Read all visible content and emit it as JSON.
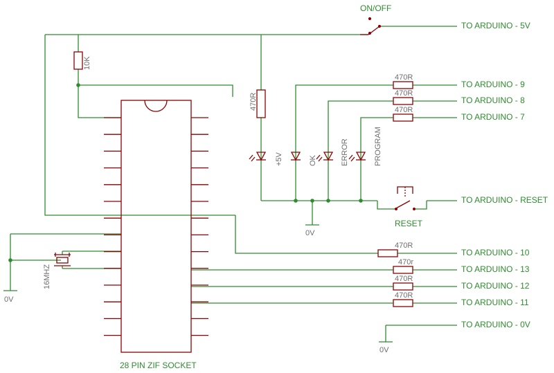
{
  "labels": {
    "on_off": "ON/OFF",
    "to_5v": "TO ARDUINO - 5V",
    "to_9": "TO ARDUINO - 9",
    "to_8": "TO ARDUINO - 8",
    "to_7": "TO ARDUINO - 7",
    "to_reset": "TO ARDUINO - RESET",
    "to_10": "TO ARDUINO - 10",
    "to_13": "TO ARDUINO - 13",
    "to_12": "TO ARDUINO - 12",
    "to_11": "TO ARDUINO - 11",
    "to_0v": "TO ARDUINO - 0V",
    "reset": "RESET",
    "zif": "28 PIN ZIF SOCKET",
    "gnd_left": "0V",
    "gnd_mid": "0V",
    "gnd_right": "0V"
  },
  "values": {
    "r10k": "10K",
    "r_led": "470R",
    "r9": "470R",
    "r8": "470R",
    "r7": "470R",
    "r10": "470R",
    "r13": "470r",
    "r12": "470R",
    "r11": "470R",
    "crystal": "16MHZ",
    "led_5v": "+5V",
    "led_ok": "OK",
    "led_error": "ERROR",
    "led_program": "PROGRAM"
  }
}
